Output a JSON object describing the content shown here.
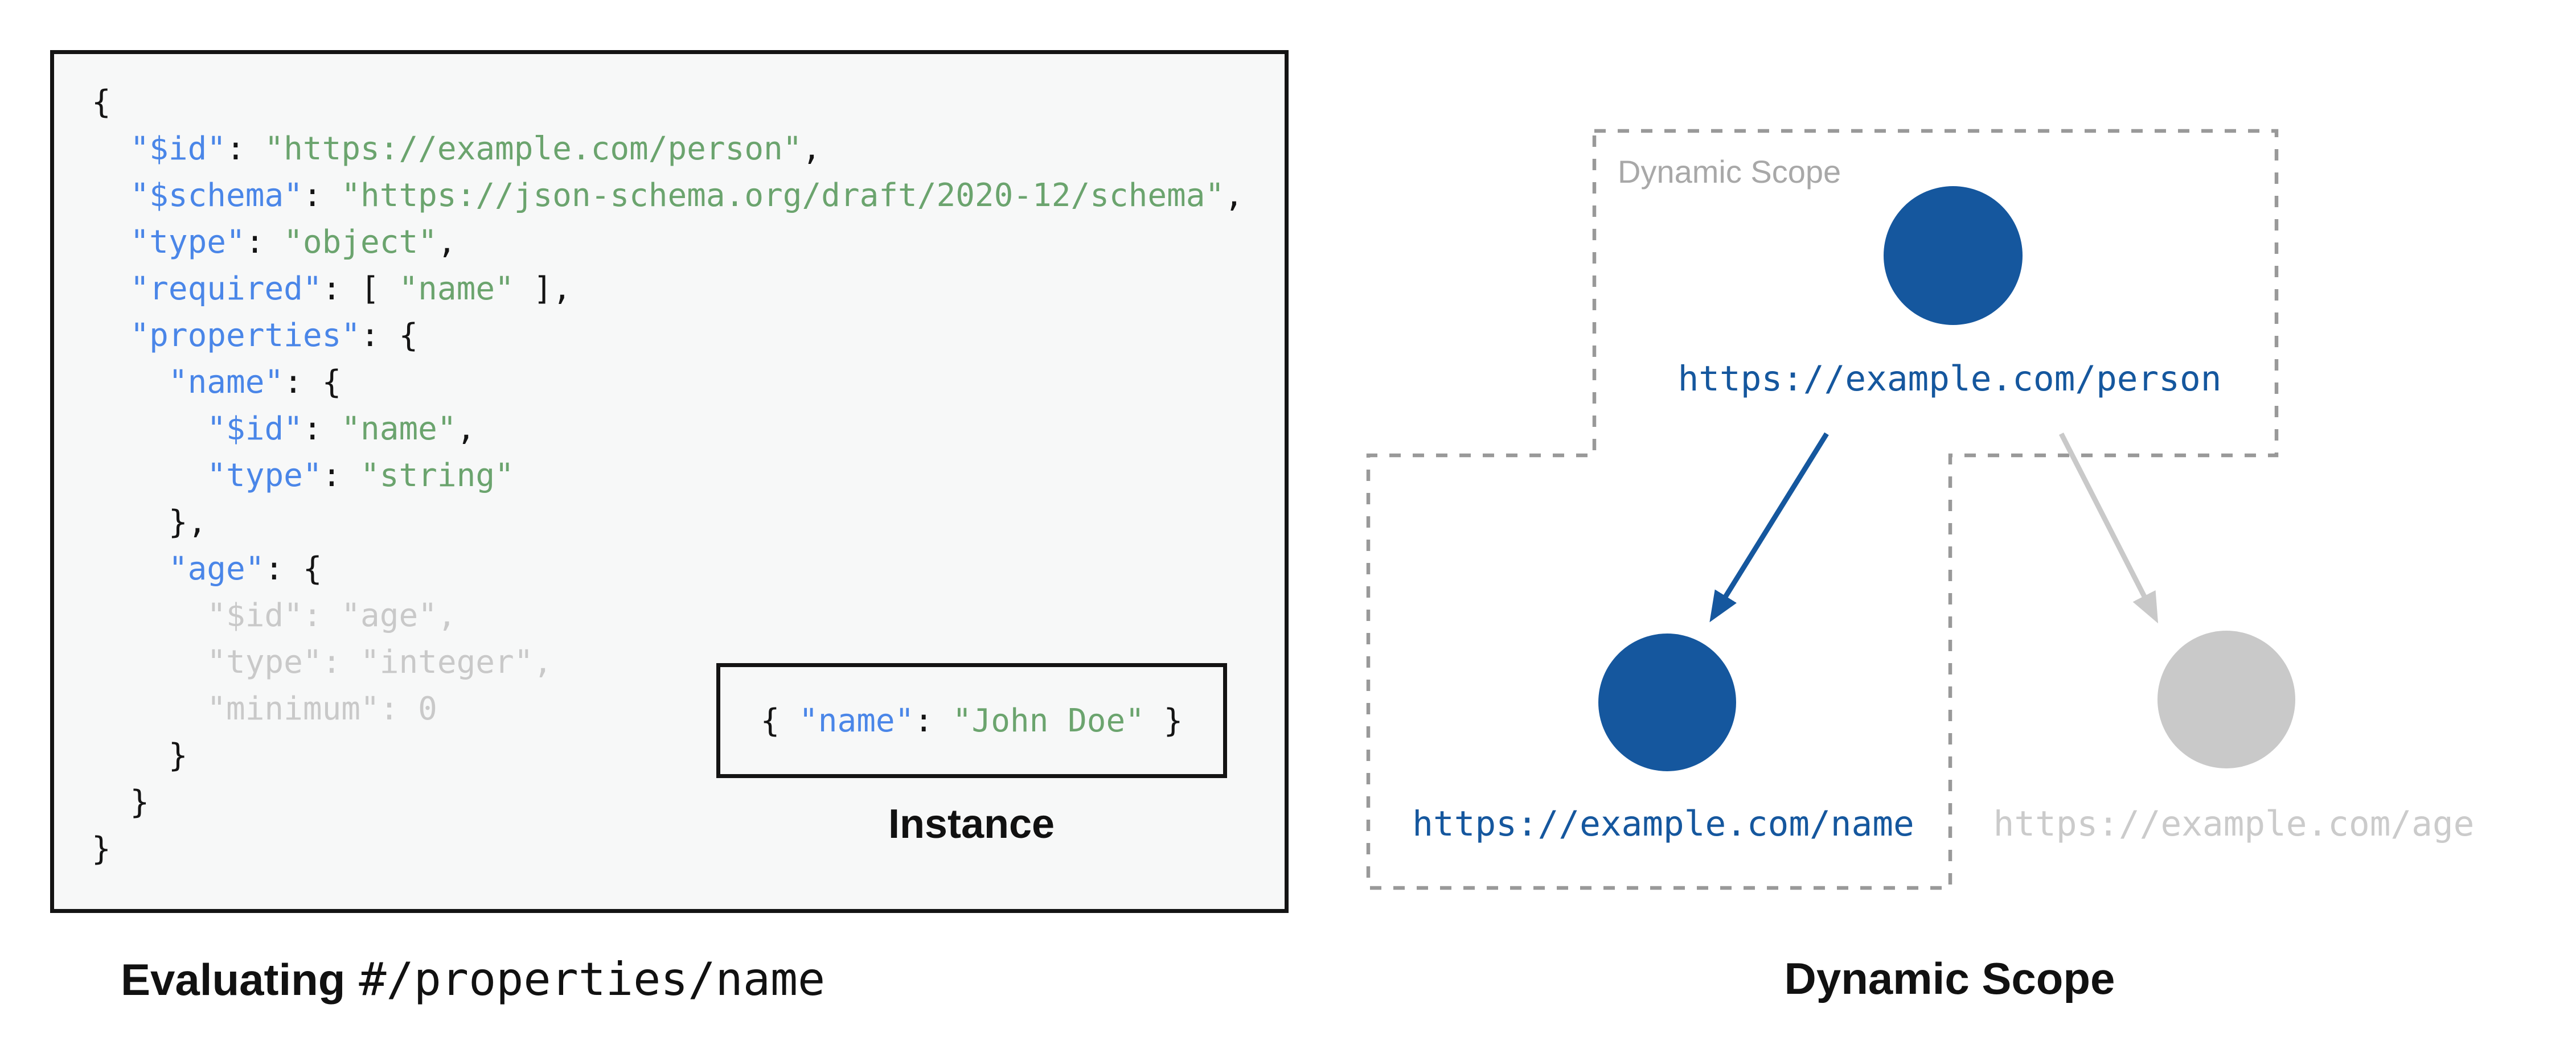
{
  "colors": {
    "node_blue": "#15579e",
    "key_blue": "#4a86e8",
    "string_green": "#6ba46e",
    "inactive_gray": "#c9c9c9",
    "dash_border_gray": "#999999",
    "scope_label_gray": "#a8a8a8",
    "code_background": "#f7f8f8",
    "ink": "#141414"
  },
  "left_panel": {
    "code_lines": [
      [
        {
          "t": "{",
          "c": "p"
        }
      ],
      [
        {
          "t": "  ",
          "c": "p"
        },
        {
          "t": "\"$id\"",
          "c": "k"
        },
        {
          "t": ": ",
          "c": "p"
        },
        {
          "t": "\"https://example.com/person\"",
          "c": "s"
        },
        {
          "t": ",",
          "c": "p"
        }
      ],
      [
        {
          "t": "  ",
          "c": "p"
        },
        {
          "t": "\"$schema\"",
          "c": "k"
        },
        {
          "t": ": ",
          "c": "p"
        },
        {
          "t": "\"https://json-schema.org/draft/2020-12/schema\"",
          "c": "s"
        },
        {
          "t": ",",
          "c": "p"
        }
      ],
      [
        {
          "t": "  ",
          "c": "p"
        },
        {
          "t": "\"type\"",
          "c": "k"
        },
        {
          "t": ": ",
          "c": "p"
        },
        {
          "t": "\"object\"",
          "c": "s"
        },
        {
          "t": ",",
          "c": "p"
        }
      ],
      [
        {
          "t": "  ",
          "c": "p"
        },
        {
          "t": "\"required\"",
          "c": "k"
        },
        {
          "t": ": [ ",
          "c": "p"
        },
        {
          "t": "\"name\"",
          "c": "s"
        },
        {
          "t": " ],",
          "c": "p"
        }
      ],
      [
        {
          "t": "  ",
          "c": "p"
        },
        {
          "t": "\"properties\"",
          "c": "k"
        },
        {
          "t": ": {",
          "c": "p"
        }
      ],
      [
        {
          "t": "    ",
          "c": "p"
        },
        {
          "t": "\"name\"",
          "c": "k"
        },
        {
          "t": ": {",
          "c": "p"
        }
      ],
      [
        {
          "t": "      ",
          "c": "p"
        },
        {
          "t": "\"$id\"",
          "c": "k"
        },
        {
          "t": ": ",
          "c": "p"
        },
        {
          "t": "\"name\"",
          "c": "s"
        },
        {
          "t": ",",
          "c": "p"
        }
      ],
      [
        {
          "t": "      ",
          "c": "p"
        },
        {
          "t": "\"type\"",
          "c": "k"
        },
        {
          "t": ": ",
          "c": "p"
        },
        {
          "t": "\"string\"",
          "c": "s"
        }
      ],
      [
        {
          "t": "    },",
          "c": "p"
        }
      ],
      [
        {
          "t": "    ",
          "c": "p"
        },
        {
          "t": "\"age\"",
          "c": "k"
        },
        {
          "t": ": {",
          "c": "p"
        }
      ],
      [
        {
          "t": "      \"$id\": \"age\",",
          "c": "g"
        }
      ],
      [
        {
          "t": "      \"type\": \"integer\",",
          "c": "g"
        }
      ],
      [
        {
          "t": "      \"minimum\": 0",
          "c": "g"
        }
      ],
      [
        {
          "t": "    }",
          "c": "p"
        }
      ],
      [
        {
          "t": "  }",
          "c": "p"
        }
      ],
      [
        {
          "t": "}",
          "c": "p"
        }
      ]
    ],
    "instance": {
      "code": [
        {
          "t": "{ ",
          "c": "p"
        },
        {
          "t": "\"name\"",
          "c": "k"
        },
        {
          "t": ": ",
          "c": "p"
        },
        {
          "t": "\"John Doe\"",
          "c": "s"
        },
        {
          "t": " }",
          "c": "p"
        }
      ],
      "label": "Instance"
    },
    "caption": {
      "bold": "Evaluating",
      "mono": "#/properties/name"
    }
  },
  "diagram": {
    "scope_label": "Dynamic Scope",
    "caption": "Dynamic Scope",
    "nodes": {
      "person": {
        "url": "https://example.com/person"
      },
      "name": {
        "url": "https://example.com/name"
      },
      "age": {
        "url": "https://example.com/age"
      }
    }
  }
}
